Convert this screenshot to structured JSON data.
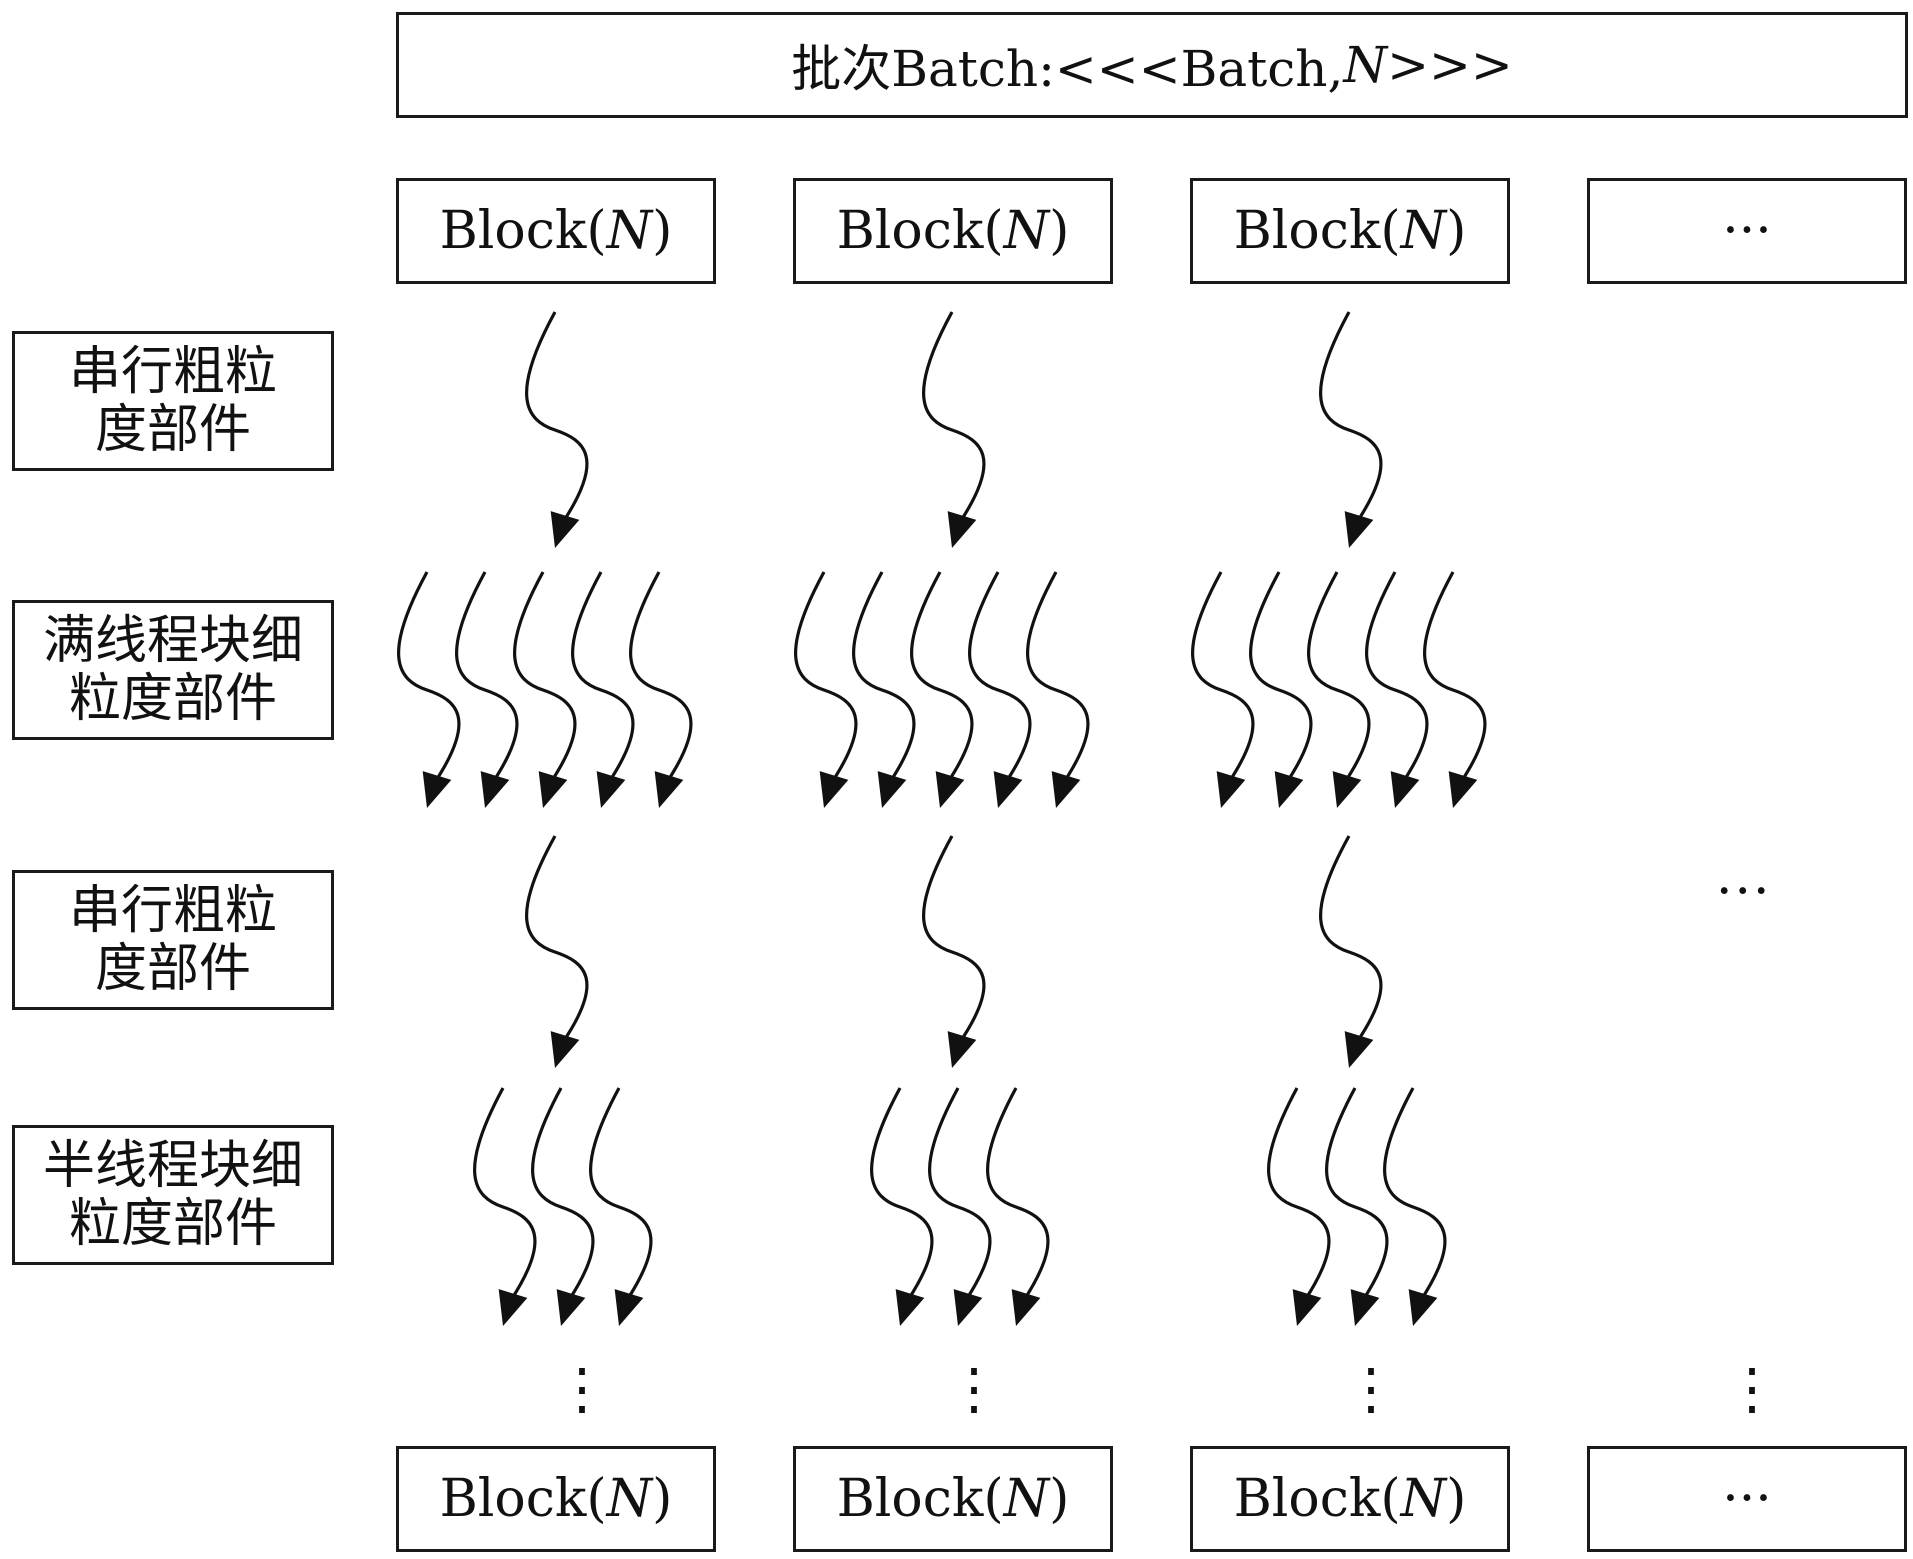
{
  "batch": {
    "prefix": "批次Batch:<<<Batch,",
    "n": "N",
    "suffix": ">>>"
  },
  "block": {
    "prefix": "Block(",
    "n": "N",
    "suffix": ")"
  },
  "ellipsis": "···",
  "vdots": "⋮",
  "side_labels": [
    {
      "line1": "串行粗粒",
      "line2": "度部件"
    },
    {
      "line1": "满线程块细",
      "line2": "粒度部件"
    },
    {
      "line1": "串行粗粒",
      "line2": "度部件"
    },
    {
      "line1": "半线程块细",
      "line2": "粒度部件"
    }
  ],
  "thread_counts": {
    "coarse": 1,
    "full_block": 5,
    "half_block": 3
  },
  "icons": {
    "arrow": "wavy-arrow-icon"
  }
}
